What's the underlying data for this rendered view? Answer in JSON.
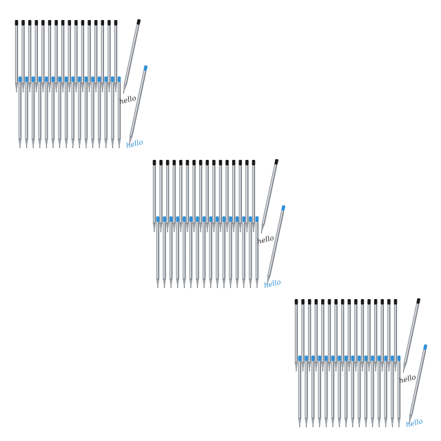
{
  "image": {
    "subject": "ballpoint pen refills",
    "groups": [
      {
        "black_refill_count": 16,
        "blue_refill_count": 16,
        "sample_text": "hello"
      },
      {
        "black_refill_count": 16,
        "blue_refill_count": 16,
        "sample_text": "hello"
      },
      {
        "black_refill_count": 16,
        "blue_refill_count": 16,
        "sample_text": "hello"
      }
    ],
    "colors": {
      "background": "#ffffff",
      "black_cap": "#1a1a1a",
      "blue_cap": "#2f8fd6",
      "tube_dark": "#5a5f66",
      "tube_light": "#e9ecef",
      "black_ink": "#222222",
      "blue_ink": "#2f8fd6"
    }
  }
}
